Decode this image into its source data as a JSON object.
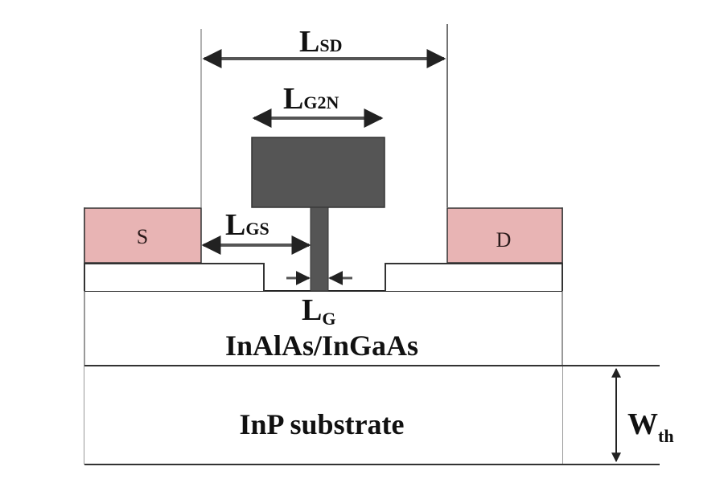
{
  "diagram": {
    "type": "device-cross-section",
    "description": "InAlAs/InGaAs HEMT cross-section with T-gate",
    "colors": {
      "contact_fill": "#e8b4b4",
      "gate_fill": "#555555",
      "line": "#222222",
      "frame": "#999999",
      "arrow": "#222222"
    },
    "contacts": {
      "source": "S",
      "drain": "D"
    },
    "layers": {
      "channel": "InAlAs/InGaAs",
      "substrate": "InP substrate"
    },
    "dimensions": {
      "lsd": {
        "main": "L",
        "sub": "SD"
      },
      "lg2n": {
        "main": "L",
        "sub": "G2N"
      },
      "lgs": {
        "main": "L",
        "sub": "GS"
      },
      "lg": {
        "main": "L",
        "sub": "G"
      },
      "wth": {
        "main": "W",
        "sub": "th"
      }
    }
  }
}
